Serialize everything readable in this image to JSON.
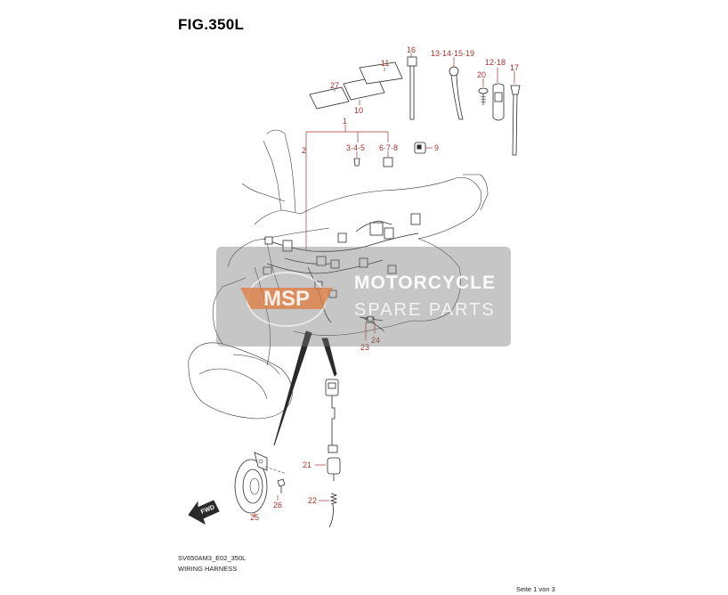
{
  "figure": {
    "title": "FIG.350L",
    "code": "SV650AM3_E02_350L",
    "caption": "WIRING HARNESS",
    "page": "Seite 1 von 3"
  },
  "callouts": {
    "c1": "1",
    "c2": "2",
    "c345": "3·4·5",
    "c678": "6·7·8",
    "c9": "9",
    "c10": "10",
    "c11": "11",
    "c16": "16",
    "c13": "13·14·15·19",
    "c20": "20",
    "c1218": "12·18",
    "c17": "17",
    "c21": "21",
    "c22": "22",
    "c23": "23",
    "c24": "24",
    "c25": "25",
    "c26": "26",
    "c27": "27"
  },
  "direction_arrow": {
    "label": "FWD"
  },
  "watermark": {
    "logo_text": "MSP",
    "line1": "MOTORCYCLE",
    "line2": "SPARE PARTS"
  },
  "colors": {
    "callout": "#a8322c",
    "line": "#2a2a2a",
    "watermark_box": "#8a8a8a",
    "watermark_logo": "#e07a3c"
  }
}
